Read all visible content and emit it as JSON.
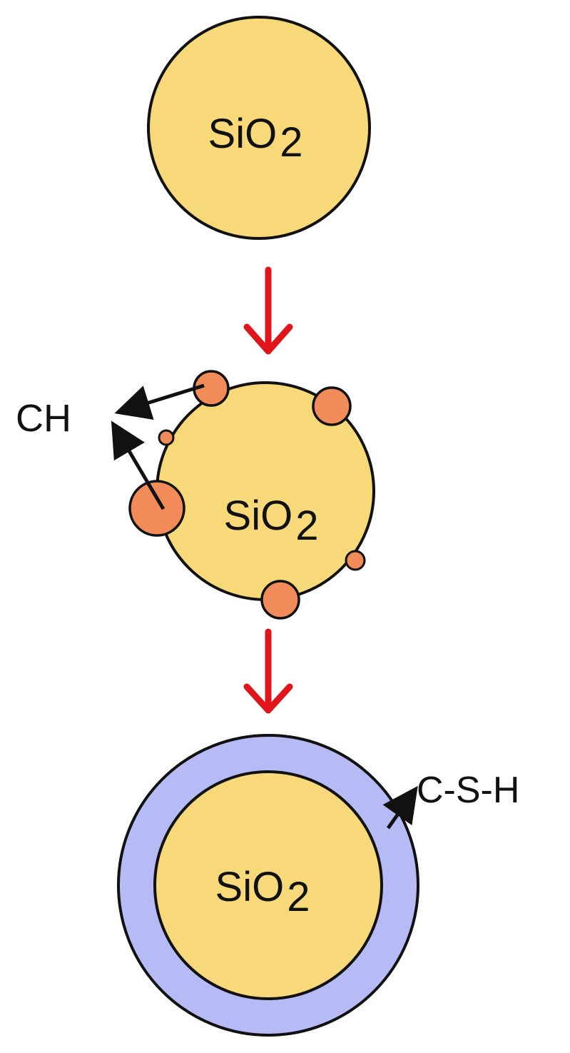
{
  "stages": [
    {
      "core_label": "SiO",
      "core_subscript": "2"
    },
    {
      "core_label": "SiO",
      "core_subscript": "2"
    },
    {
      "core_label": "SiO",
      "core_subscript": "2"
    }
  ],
  "callouts": {
    "ch_label": "CH",
    "csh_label": "C-S-H"
  },
  "colors": {
    "core_fill": "#f8d97a",
    "ch_particle_fill": "#f28b5a",
    "csh_shell_fill": "#b7bbf5",
    "arrow_red": "#e0151b",
    "outline": "#111111"
  }
}
